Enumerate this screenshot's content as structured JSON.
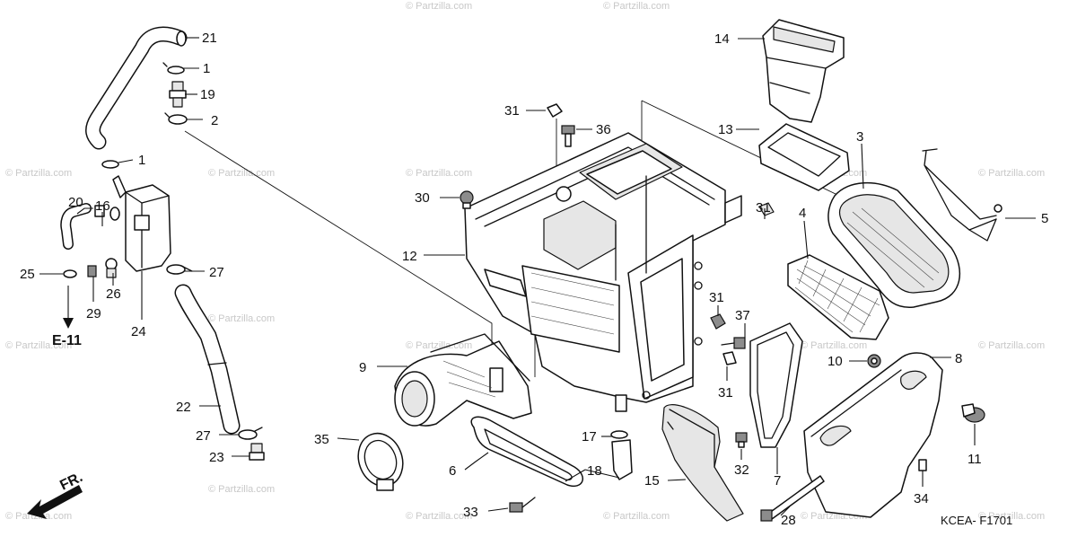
{
  "watermark": "© Partzilla.com",
  "diagram_code": "KCEA- F1701",
  "ref_label": "E-11",
  "front_label": "FR.",
  "callouts": [
    {
      "id": "c21a",
      "text": "21"
    },
    {
      "id": "c1a",
      "text": "1"
    },
    {
      "id": "c19",
      "text": "19"
    },
    {
      "id": "c2",
      "text": "2"
    },
    {
      "id": "c1b",
      "text": "1"
    },
    {
      "id": "c20",
      "text": "20"
    },
    {
      "id": "c16",
      "text": "16"
    },
    {
      "id": "c25",
      "text": "25"
    },
    {
      "id": "c26",
      "text": "26"
    },
    {
      "id": "c29",
      "text": "29"
    },
    {
      "id": "c24",
      "text": "24"
    },
    {
      "id": "c27a",
      "text": "27"
    },
    {
      "id": "c22",
      "text": "22"
    },
    {
      "id": "c27b",
      "text": "27"
    },
    {
      "id": "c23",
      "text": "23"
    },
    {
      "id": "c31a",
      "text": "31"
    },
    {
      "id": "c36",
      "text": "36"
    },
    {
      "id": "c30",
      "text": "30"
    },
    {
      "id": "c12",
      "text": "12"
    },
    {
      "id": "c9",
      "text": "9"
    },
    {
      "id": "c35",
      "text": "35"
    },
    {
      "id": "c6",
      "text": "6"
    },
    {
      "id": "c33",
      "text": "33"
    },
    {
      "id": "c17",
      "text": "17"
    },
    {
      "id": "c18",
      "text": "18"
    },
    {
      "id": "c15",
      "text": "15"
    },
    {
      "id": "c32",
      "text": "32"
    },
    {
      "id": "c14",
      "text": "14"
    },
    {
      "id": "c13",
      "text": "13"
    },
    {
      "id": "c3",
      "text": "3"
    },
    {
      "id": "c31b",
      "text": "31"
    },
    {
      "id": "c4",
      "text": "4"
    },
    {
      "id": "c5",
      "text": "5"
    },
    {
      "id": "c31c",
      "text": "31"
    },
    {
      "id": "c37",
      "text": "37"
    },
    {
      "id": "c31d",
      "text": "31"
    },
    {
      "id": "c10",
      "text": "10"
    },
    {
      "id": "c8",
      "text": "8"
    },
    {
      "id": "c7",
      "text": "7"
    },
    {
      "id": "c11",
      "text": "11"
    },
    {
      "id": "c34",
      "text": "34"
    },
    {
      "id": "c28",
      "text": "28"
    }
  ]
}
